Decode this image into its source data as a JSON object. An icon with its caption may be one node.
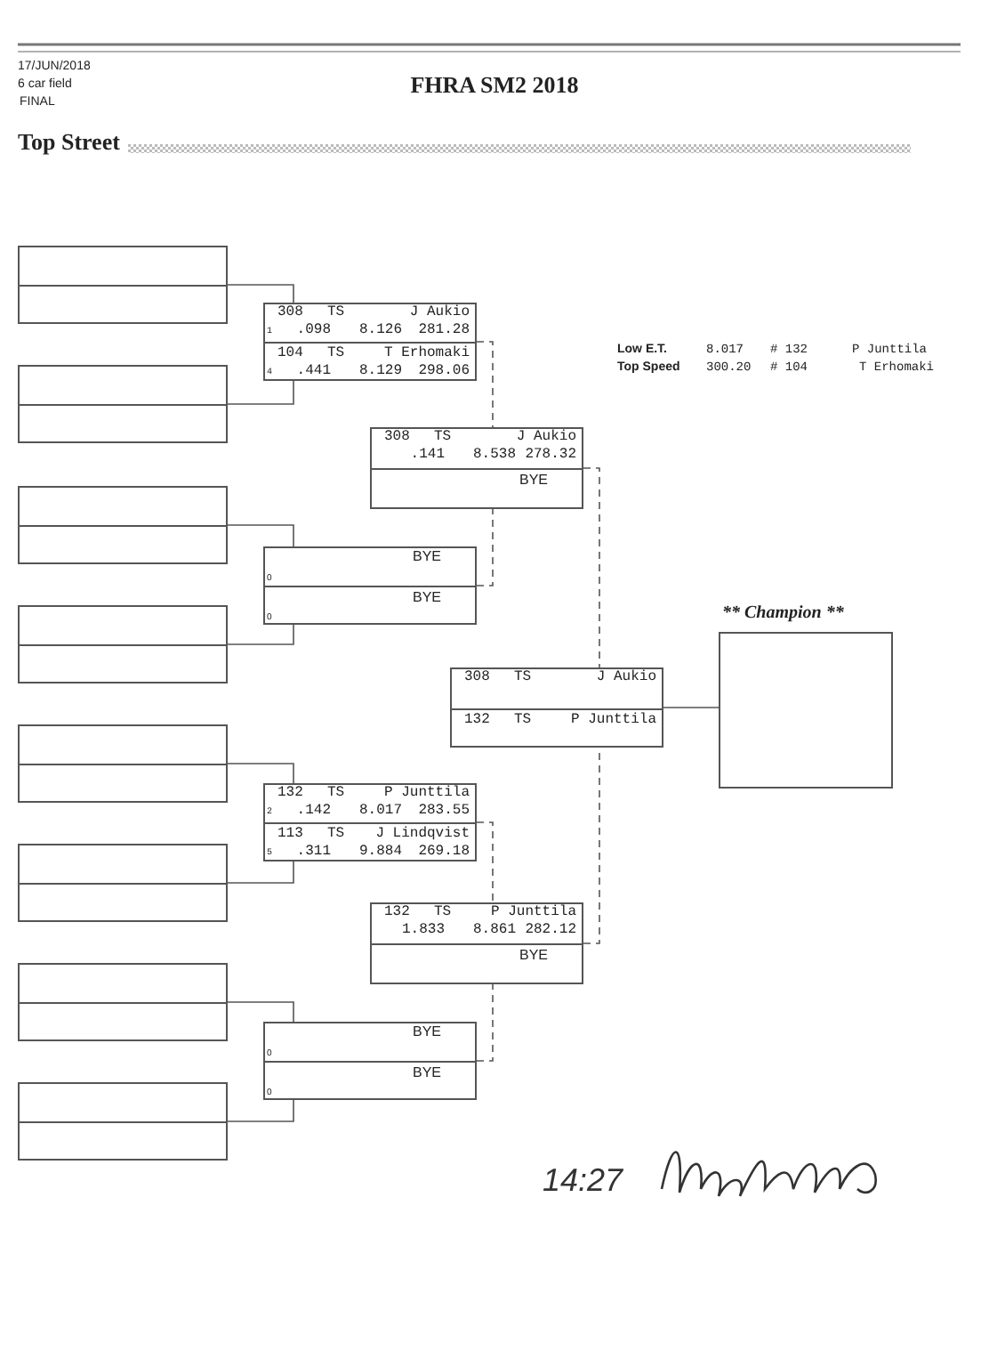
{
  "diagram": {
    "title": "FHRA SM2 2018",
    "nodes": [
      {
        "text": [],
        "shape": "box"
      },
      {
        "text": [],
        "shape": "box"
      },
      {
        "text": [],
        "shape": "box"
      },
      {
        "text": [],
        "shape": "box"
      },
      {
        "text": [],
        "shape": "box"
      },
      {
        "text": [],
        "shape": "box"
      },
      {
        "text": [],
        "shape": "box"
      },
      {
        "text": [],
        "shape": "box"
      },
      {
        "text": [],
        "shape": "box"
      },
      {
        "text": [
          "308",
          "TS",
          "J Aukio",
          "1",
          ".098",
          "8.126",
          "281.28"
        ],
        "in": 8
      },
      {
        "text": [
          "104",
          "TS",
          "T Erhomaki",
          "4",
          ".441",
          "8.129",
          "298.06"
        ],
        "in": 8
      },
      {
        "text": [],
        "shape": "box"
      },
      {
        "text": [
          "BYE",
          "0"
        ],
        "in": 11
      },
      {
        "text": [
          "BYE",
          "0"
        ],
        "in": 11
      },
      {
        "text": [],
        "shape": "box"
      },
      {
        "text": [
          "132",
          "TS",
          "P Junttila",
          "2",
          ".142",
          "8.017",
          "283.55"
        ],
        "in": 14
      },
      {
        "text": [
          "113",
          "TS",
          "J Lindqvist",
          "5",
          ".311",
          "9.884",
          "269.18"
        ],
        "in": 14
      },
      {
        "text": [],
        "shape": "box"
      },
      {
        "text": [
          "BYE",
          "0"
        ],
        "in": 17
      },
      {
        "text": [
          "BYE",
          "0"
        ],
        "in": 17
      },
      {
        "text": [],
        "shape": "box"
      },
      {
        "text": [
          "308",
          "TS",
          "J Aukio",
          ".141",
          "8.538",
          "278.32"
        ],
        "in": 20
      },
      {
        "text": [
          "BYE"
        ],
        "in": 20
      },
      {
        "text": [],
        "shape": "box"
      },
      {
        "text": [
          "132",
          "TS",
          "P Junttila",
          "1.833",
          "8.861",
          "282.12"
        ],
        "in": 23
      },
      {
        "text": [
          "BYE"
        ],
        "in": 23
      },
      {
        "text": [],
        "shape": "box"
      },
      {
        "text": [
          "308",
          "TS",
          "J Aukio"
        ],
        "in": 26
      },
      {
        "text": [
          "132",
          "TS",
          "P Junttila"
        ],
        "in": 26
      },
      {
        "text": [
          "** Champion **"
        ]
      }
    ],
    "edges": [
      {
        "from": 0,
        "to": 8,
        "arrow": "none"
      },
      {
        "from": 1,
        "to": 8,
        "arrow": "none"
      },
      {
        "from": 2,
        "to": 11,
        "arrow": "none"
      },
      {
        "from": 3,
        "to": 11,
        "arrow": "none"
      },
      {
        "from": 4,
        "to": 14,
        "arrow": "none"
      },
      {
        "from": 5,
        "to": 14,
        "arrow": "none"
      },
      {
        "from": 6,
        "to": 17,
        "arrow": "none"
      },
      {
        "from": 7,
        "to": 17,
        "arrow": "none"
      },
      {
        "from": 8,
        "to": 20,
        "arrow": "none",
        "style": "dashed"
      },
      {
        "from": 11,
        "to": 20,
        "arrow": "none",
        "style": "dashed"
      },
      {
        "from": 14,
        "to": 23,
        "arrow": "none",
        "style": "dashed"
      },
      {
        "from": 17,
        "to": 23,
        "arrow": "none",
        "style": "dashed"
      },
      {
        "from": 20,
        "to": 26,
        "arrow": "none",
        "style": "dashed"
      },
      {
        "from": 23,
        "to": 26,
        "arrow": "none",
        "style": "dashed"
      },
      {
        "from": 26,
        "to": 29,
        "arrow": "none"
      }
    ],
    "labels": [
      "17/JUN/2018",
      "6 car field",
      "FINAL",
      "Top Street",
      "Low E.T.",
      "8.017",
      "# 132",
      "P Junttila",
      "Top Speed",
      "300.20",
      "# 104",
      "T Erhomaki",
      "14:27"
    ]
  }
}
